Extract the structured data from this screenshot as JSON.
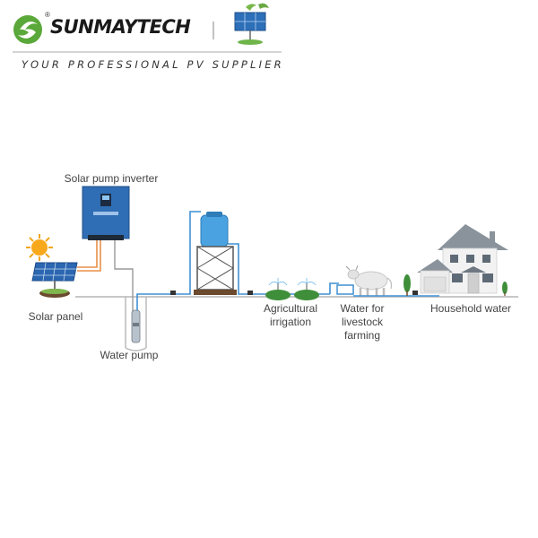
{
  "header": {
    "brand": "SUNMAYTECH",
    "registered_mark": "®",
    "tagline": "YOUR PROFESSIONAL PV SUPPLIER"
  },
  "labels": {
    "inverter": "Solar pump inverter",
    "solar_panel": "Solar panel",
    "water_pump": "Water pump",
    "irrigation_line1": "Agricultural",
    "irrigation_line2": "irrigation",
    "livestock_line1": "Water for",
    "livestock_line2": "livestock",
    "livestock_line3": "farming",
    "household": "Household water"
  },
  "colors": {
    "brand_green": "#5aa83a",
    "inverter_blue": "#2f6db5",
    "pipe_blue": "#3f8fd4",
    "tank_blue": "#4aa3e0",
    "wire_orange": "#e8904a"
  },
  "icons": [
    "sun-icon",
    "solar-panel-icon",
    "inverter-icon",
    "water-tank-icon",
    "sprinkler-icon",
    "cow-icon",
    "house-icon"
  ]
}
